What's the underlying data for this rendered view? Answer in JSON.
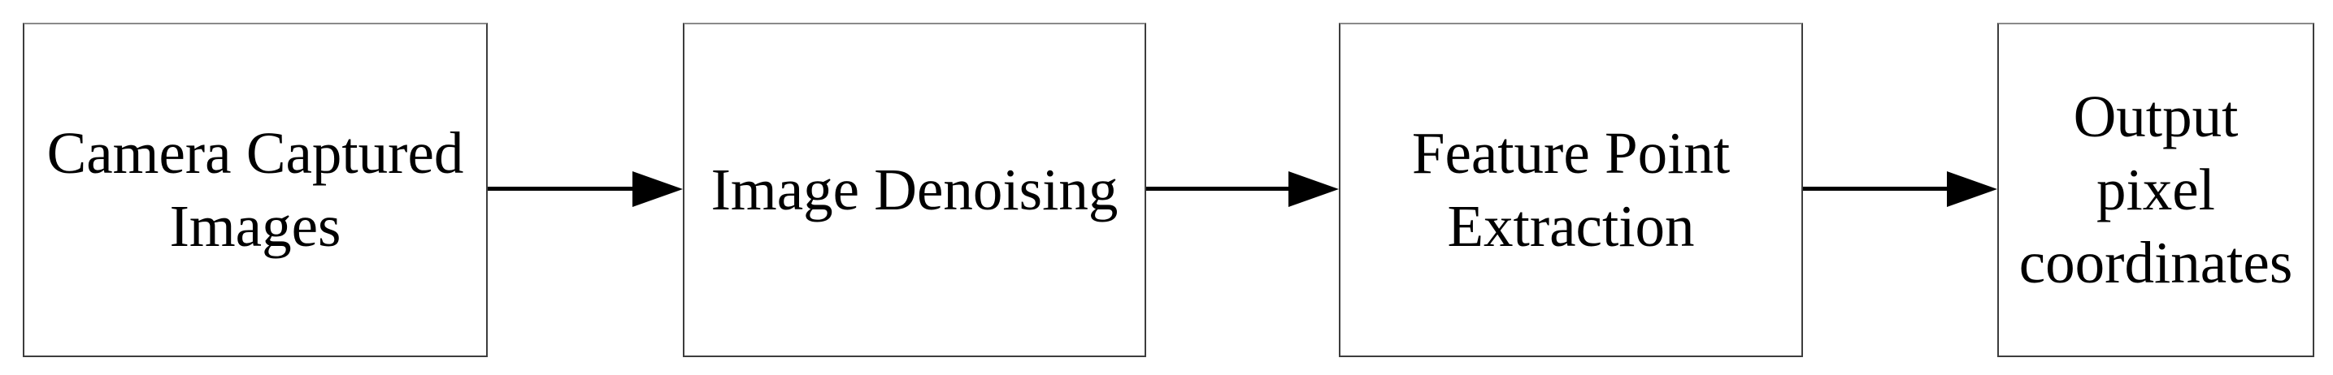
{
  "diagram": {
    "type": "flowchart",
    "direction": "left-to-right",
    "nodes": [
      {
        "id": "camera-captured-images",
        "label": "Camera Captured\nImages"
      },
      {
        "id": "image-denoising",
        "label": "Image Denoising"
      },
      {
        "id": "feature-point-extraction",
        "label": "Feature Point\nExtraction"
      },
      {
        "id": "output-pixel-coordinates",
        "label": "Output\npixel\ncoordinates"
      }
    ],
    "edges": [
      {
        "from": "camera-captured-images",
        "to": "image-denoising",
        "style": "solid-arrow"
      },
      {
        "from": "image-denoising",
        "to": "feature-point-extraction",
        "style": "solid-arrow"
      },
      {
        "from": "feature-point-extraction",
        "to": "output-pixel-coordinates",
        "style": "solid-arrow"
      }
    ],
    "colors": {
      "background": "#ffffff",
      "node_fill": "#ffffff",
      "node_border": "#3d3d3d",
      "arrow": "#000000",
      "text": "#000000"
    }
  }
}
